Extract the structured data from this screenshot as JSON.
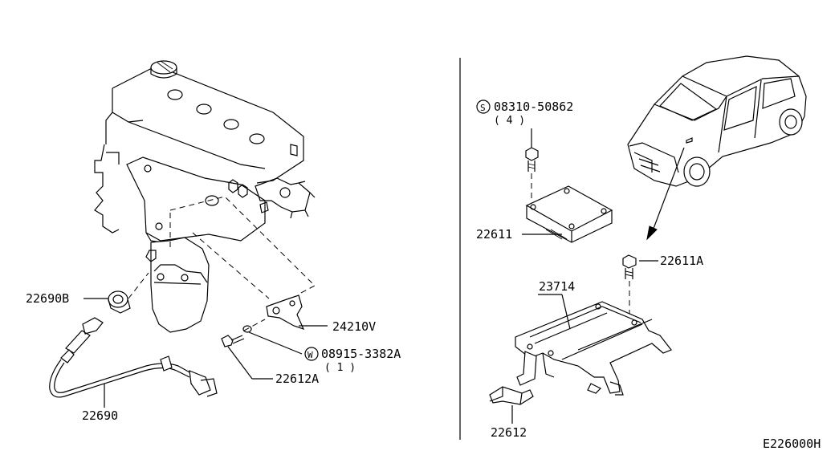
{
  "callouts": {
    "p22690b": "22690B",
    "p22690": "22690",
    "p24210v": "24210V",
    "p08915_prefix": "W",
    "p08915": "08915-3382A",
    "p08915_qty": "( 1 )",
    "p22612a": "22612A",
    "p08310_prefix": "S",
    "p08310": "08310-50862",
    "p08310_qty": "( 4 )",
    "p22611": "22611",
    "p22611a": "22611A",
    "p23714": "23714",
    "p22612": "22612"
  },
  "diagram_code": "E226000H"
}
